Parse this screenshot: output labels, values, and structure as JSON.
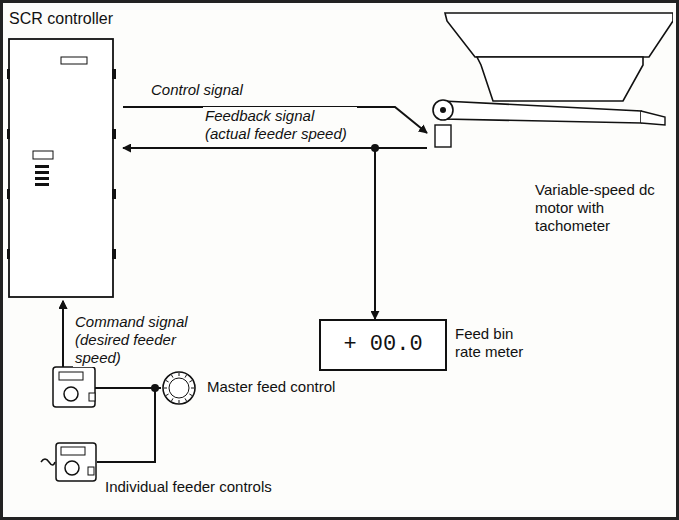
{
  "diagram": {
    "nodes": [
      {
        "text": [
          "SCR controller"
        ]
      },
      {
        "text": [
          "Variable-speed dc motor with tachometer"
        ]
      },
      {
        "text": [
          "+ 00.0",
          "Feed bin rate meter"
        ]
      },
      {
        "text": [
          "Master feed control"
        ]
      },
      {
        "text": [
          "Individual feeder controls"
        ]
      }
    ],
    "edges": [
      {
        "from": 0,
        "to": 1,
        "arrow": "to",
        "label": "Control signal"
      },
      {
        "from": 1,
        "to": 0,
        "arrow": "to",
        "label": "Feedback signal (actual feeder speed)"
      },
      {
        "from": 1,
        "to": 2,
        "arrow": "to"
      },
      {
        "from": 3,
        "to": 0,
        "arrow": "to",
        "label": "Command signal (desired feeder speed)"
      },
      {
        "from": 4,
        "to": 0,
        "arrow": "to"
      }
    ]
  }
}
